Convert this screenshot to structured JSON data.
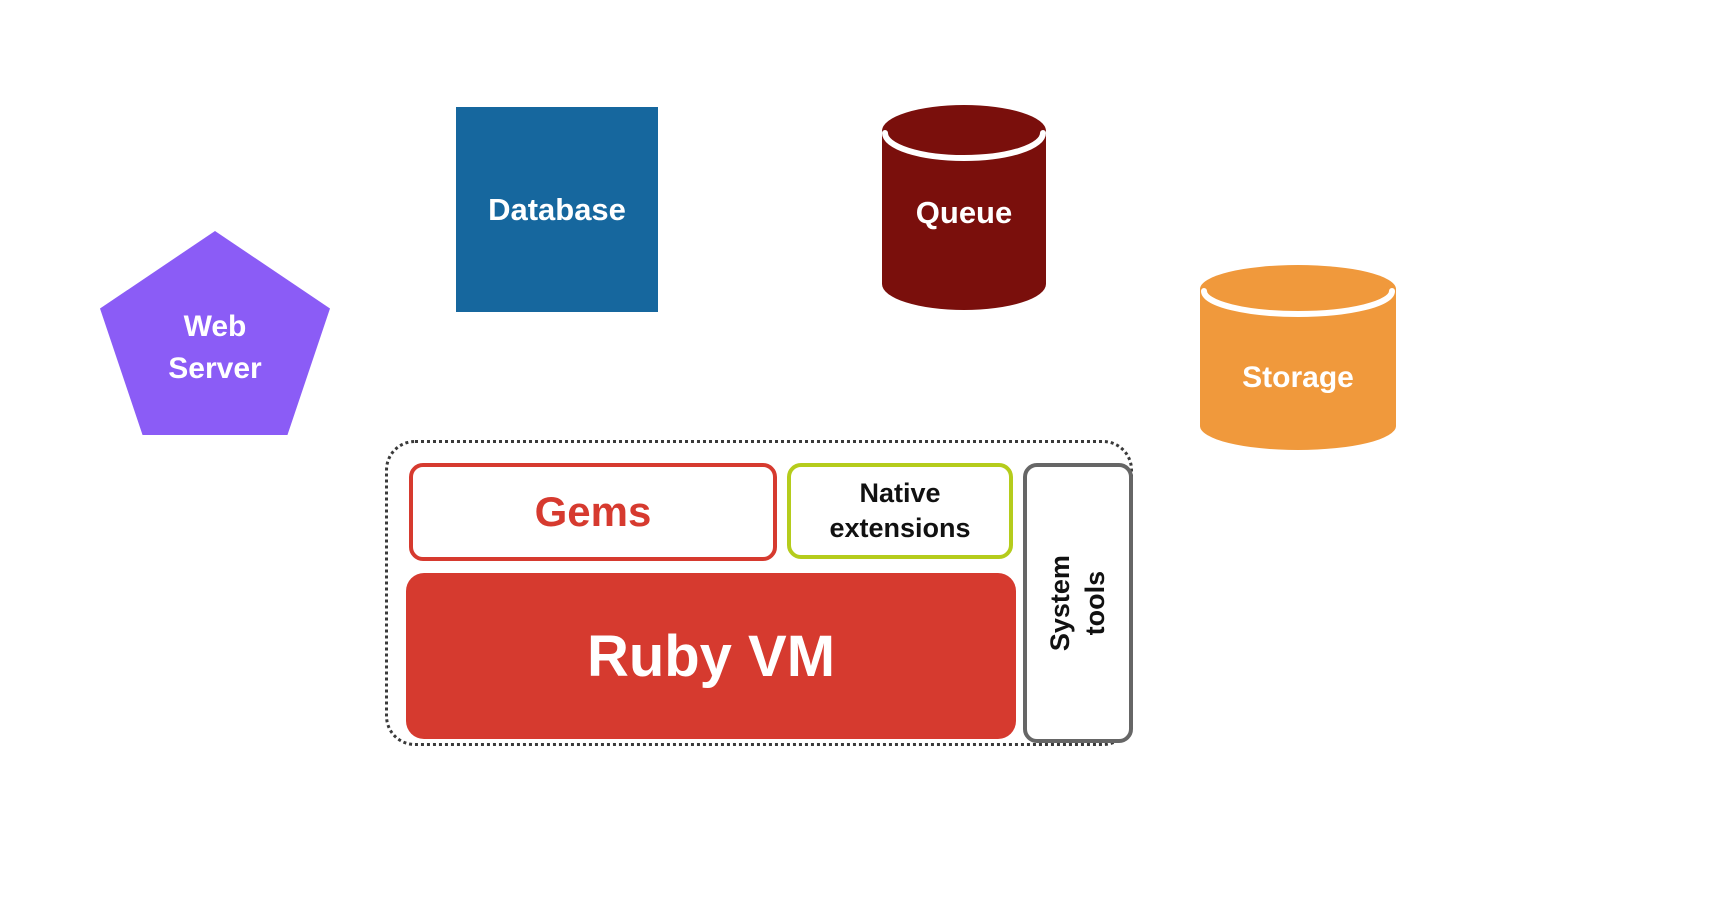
{
  "diagram": {
    "web_server": {
      "label": "Web\nServer",
      "color": "#8b5cf6",
      "shape": "pentagon"
    },
    "database": {
      "label": "Database",
      "color": "#16679e",
      "shape": "square"
    },
    "queue": {
      "label": "Queue",
      "color": "#7a0f0c",
      "shape": "cylinder"
    },
    "storage": {
      "label": "Storage",
      "color": "#f0993c",
      "shape": "cylinder"
    },
    "runtime": {
      "gems": {
        "label": "Gems",
        "border_color": "#d63a2f",
        "text_color": "#d63a2f"
      },
      "native_extensions": {
        "label": "Native extensions",
        "border_color": "#b5cc1c",
        "text_color": "#111111"
      },
      "system_tools": {
        "label": "System\ntools",
        "border_color": "#666666",
        "text_color": "#111111"
      },
      "ruby_vm": {
        "label": "Ruby VM",
        "color": "#d63a2f",
        "text_color": "#ffffff"
      }
    }
  }
}
